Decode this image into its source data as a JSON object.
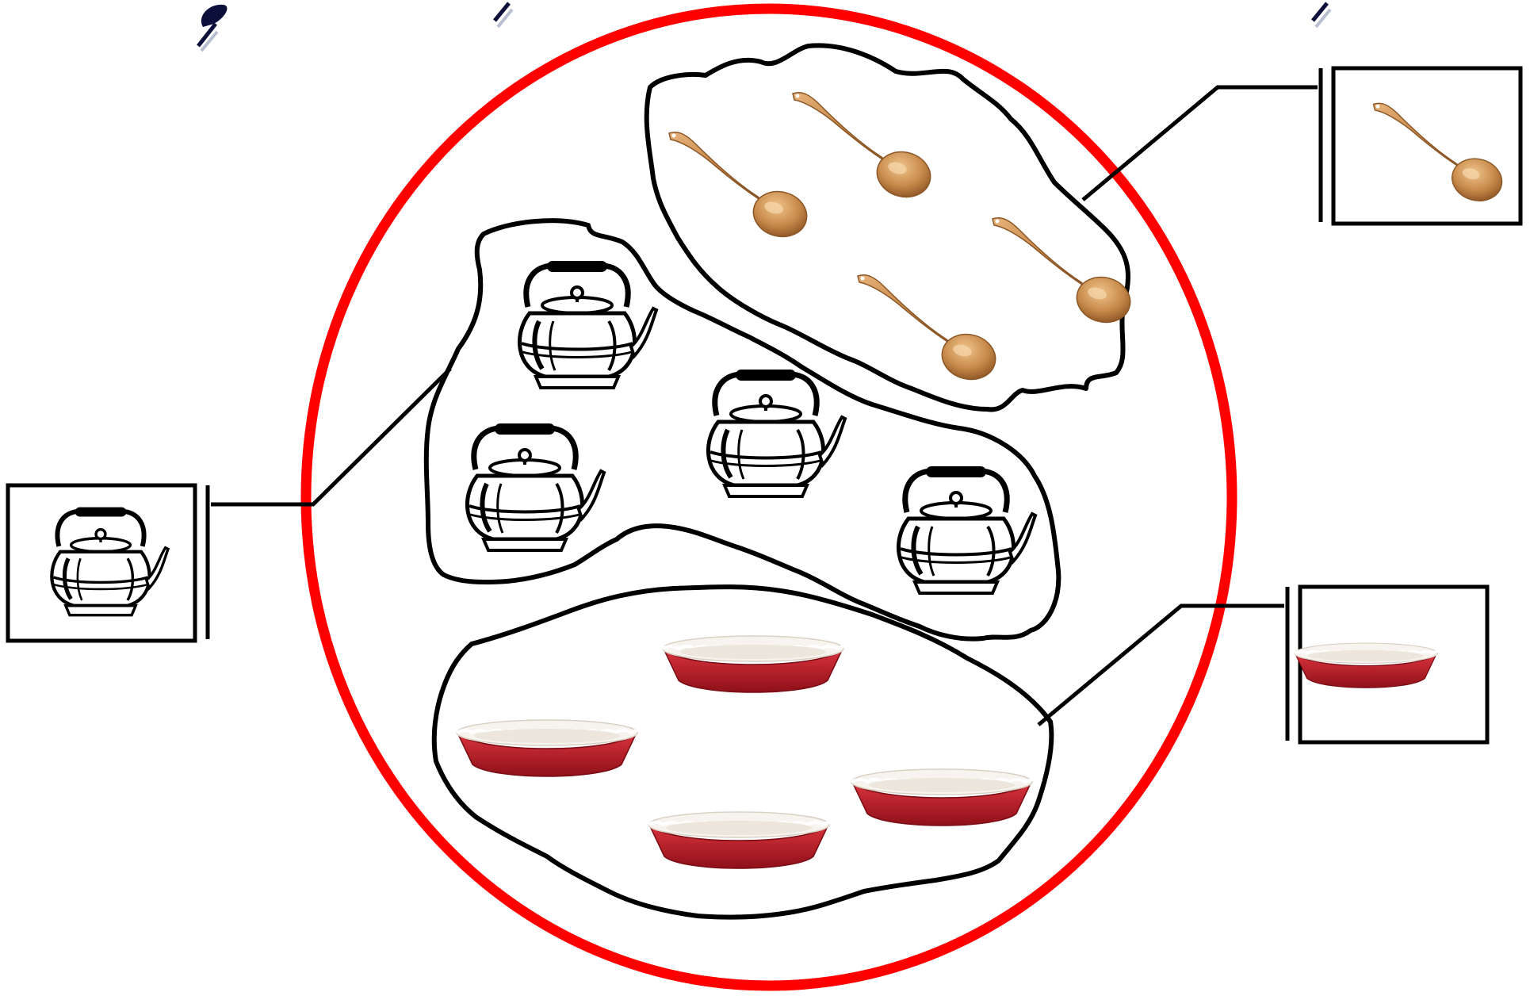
{
  "diagram": {
    "type": "set-classification",
    "outer_set": {
      "color": "#ff0000"
    },
    "groups": [
      {
        "item": "spoon",
        "count": 4,
        "legend_side": "right-top"
      },
      {
        "item": "kettle",
        "count": 4,
        "legend_side": "left"
      },
      {
        "item": "pie-dish",
        "count": 4,
        "legend_side": "right-bottom"
      }
    ]
  },
  "colors": {
    "outer_circle": "#ff0000",
    "outline": "#000000",
    "spoon_wood": "#c8894a",
    "dish_red": "#c41e2a",
    "dish_inner": "#f7f4ef",
    "kettle_body": "#ffffff"
  }
}
